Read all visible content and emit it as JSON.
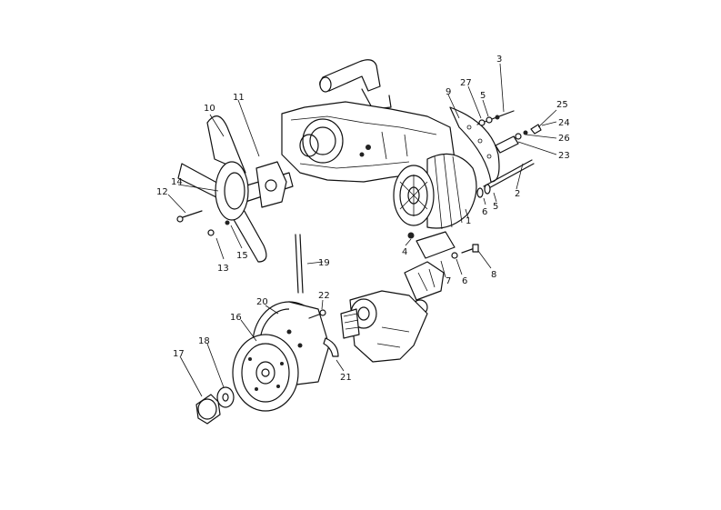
{
  "callouts": [
    "1",
    "2",
    "3",
    "4",
    "5",
    "6",
    "7",
    "8",
    "9",
    "10",
    "11",
    "12",
    "13",
    "14",
    "15",
    "16",
    "17",
    "18",
    "19",
    "20",
    "21",
    "22",
    "23",
    "24",
    "25",
    "26",
    "27"
  ],
  "diagram": {
    "labels": {
      "l1": "1",
      "l2": "2",
      "l3": "3",
      "l4": "4",
      "l5a": "5",
      "l5b": "5",
      "l6a": "6",
      "l6b": "6",
      "l7": "7",
      "l8": "8",
      "l9": "9",
      "l10": "10",
      "l11": "11",
      "l12": "12",
      "l13": "13",
      "l14": "14",
      "l15": "15",
      "l16": "16",
      "l17": "17",
      "l18": "18",
      "l19": "19",
      "l20": "20",
      "l21": "21",
      "l22": "22",
      "l23": "23",
      "l24": "24",
      "l25": "25",
      "l26": "26",
      "l27": "27"
    }
  }
}
